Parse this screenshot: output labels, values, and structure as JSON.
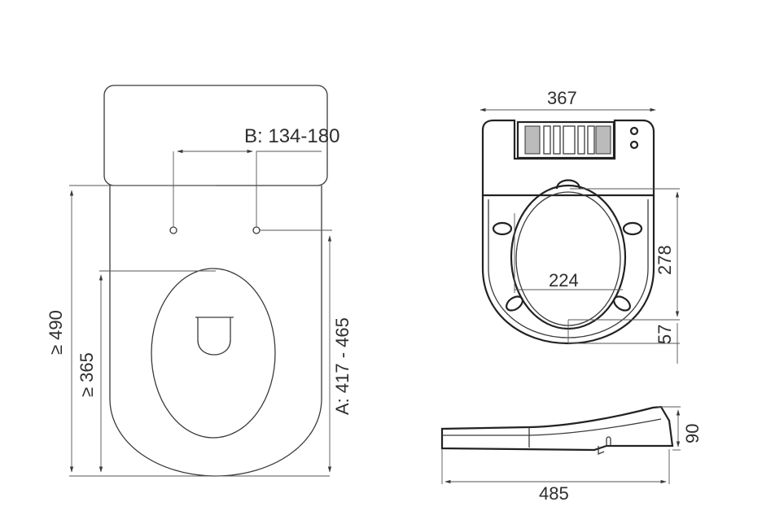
{
  "diagram": {
    "type": "technical-dimension-drawing",
    "subject": "toilet seat installation dimensions",
    "line_color": "#3a3a3a",
    "text_color": "#2e2e2e",
    "views": {
      "top_installation": {
        "hole_spacing": "B: 134-180",
        "min_length_total": "≥ 490",
        "min_length_bowl": "≥ 365",
        "hole_to_front": "A: 417 - 465"
      },
      "seat_top": {
        "width": "367",
        "inner_width": "224",
        "length": "278",
        "front_offset": "57"
      },
      "seat_side": {
        "length": "485",
        "height": "90"
      }
    }
  }
}
